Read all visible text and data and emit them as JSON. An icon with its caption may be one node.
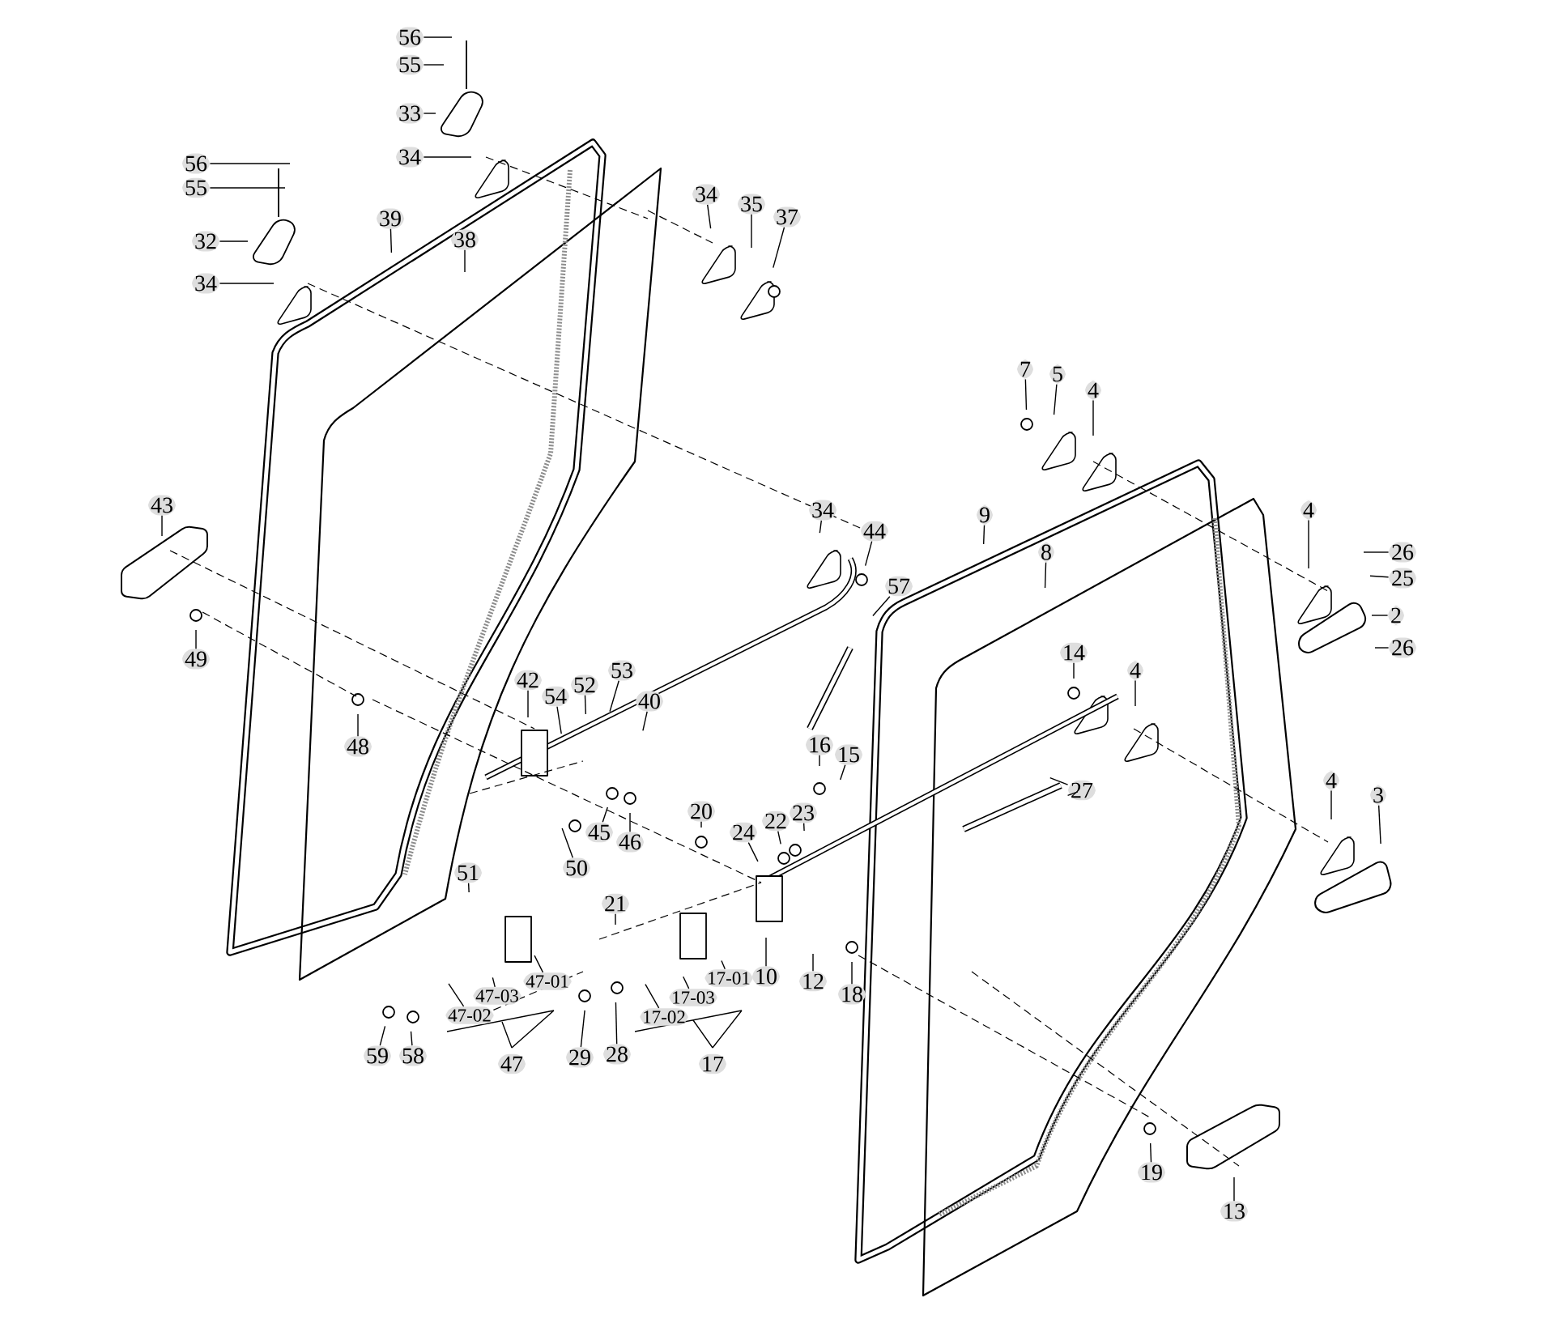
{
  "diagram": {
    "nodes": [
      {
        "text": [
          "56"
        ]
      },
      {
        "text": [
          "55"
        ]
      },
      {
        "text": [
          "33"
        ]
      },
      {
        "text": [
          "34"
        ]
      },
      {
        "text": [
          "56"
        ]
      },
      {
        "text": [
          "55"
        ]
      },
      {
        "text": [
          "32"
        ]
      },
      {
        "text": [
          "34"
        ]
      },
      {
        "text": [
          "39"
        ]
      },
      {
        "text": [
          "38"
        ]
      },
      {
        "text": [
          "34"
        ]
      },
      {
        "text": [
          "35"
        ]
      },
      {
        "text": [
          "37"
        ]
      },
      {
        "text": [
          "7"
        ]
      },
      {
        "text": [
          "5"
        ]
      },
      {
        "text": [
          "4"
        ]
      },
      {
        "text": [
          "9"
        ]
      },
      {
        "text": [
          "8"
        ]
      },
      {
        "text": [
          "4"
        ]
      },
      {
        "text": [
          "26"
        ]
      },
      {
        "text": [
          "25"
        ]
      },
      {
        "text": [
          "2"
        ]
      },
      {
        "text": [
          "26"
        ]
      },
      {
        "text": [
          "14"
        ]
      },
      {
        "text": [
          "4"
        ]
      },
      {
        "text": [
          "27"
        ]
      },
      {
        "text": [
          "4"
        ]
      },
      {
        "text": [
          "3"
        ]
      },
      {
        "text": [
          "34"
        ]
      },
      {
        "text": [
          "44"
        ]
      },
      {
        "text": [
          "57"
        ]
      },
      {
        "text": [
          "40"
        ]
      },
      {
        "text": [
          "42"
        ]
      },
      {
        "text": [
          "54"
        ]
      },
      {
        "text": [
          "52"
        ]
      },
      {
        "text": [
          "53"
        ]
      },
      {
        "text": [
          "43"
        ]
      },
      {
        "text": [
          "49"
        ]
      },
      {
        "text": [
          "48"
        ]
      },
      {
        "text": [
          "45"
        ]
      },
      {
        "text": [
          "46"
        ]
      },
      {
        "text": [
          "50"
        ]
      },
      {
        "text": [
          "20"
        ]
      },
      {
        "text": [
          "16"
        ]
      },
      {
        "text": [
          "15"
        ]
      },
      {
        "text": [
          "24"
        ]
      },
      {
        "text": [
          "22"
        ]
      },
      {
        "text": [
          "23"
        ]
      },
      {
        "text": [
          "10"
        ]
      },
      {
        "text": [
          "12"
        ]
      },
      {
        "text": [
          "18"
        ]
      },
      {
        "text": [
          "51"
        ]
      },
      {
        "text": [
          "21"
        ]
      },
      {
        "text": [
          "47-01"
        ]
      },
      {
        "text": [
          "47-03"
        ]
      },
      {
        "text": [
          "47-02"
        ]
      },
      {
        "text": [
          "47"
        ]
      },
      {
        "text": [
          "59"
        ]
      },
      {
        "text": [
          "58"
        ]
      },
      {
        "text": [
          "29"
        ]
      },
      {
        "text": [
          "28"
        ]
      },
      {
        "text": [
          "17-01"
        ]
      },
      {
        "text": [
          "17-03"
        ]
      },
      {
        "text": [
          "17-02"
        ]
      },
      {
        "text": [
          "17"
        ]
      },
      {
        "text": [
          "19"
        ]
      },
      {
        "text": [
          "13"
        ]
      }
    ],
    "edges": [
      {
        "from": 0,
        "to": null,
        "arrow": "none"
      },
      {
        "from": 1,
        "to": null,
        "arrow": "none"
      },
      {
        "from": 2,
        "to": null,
        "arrow": "none"
      },
      {
        "from": 3,
        "to": null,
        "arrow": "none"
      },
      {
        "from": 4,
        "to": null,
        "arrow": "none"
      },
      {
        "from": 5,
        "to": null,
        "arrow": "none"
      },
      {
        "from": 6,
        "to": null,
        "arrow": "none"
      },
      {
        "from": 7,
        "to": null,
        "arrow": "none"
      },
      {
        "from": 8,
        "to": null,
        "arrow": "none"
      },
      {
        "from": 9,
        "to": null,
        "arrow": "none"
      },
      {
        "from": 10,
        "to": null,
        "arrow": "none"
      },
      {
        "from": 11,
        "to": null,
        "arrow": "none"
      },
      {
        "from": 12,
        "to": null,
        "arrow": "none"
      },
      {
        "from": 13,
        "to": null,
        "arrow": "none"
      },
      {
        "from": 14,
        "to": null,
        "arrow": "none"
      },
      {
        "from": 15,
        "to": null,
        "arrow": "none"
      },
      {
        "from": 16,
        "to": null,
        "arrow": "none"
      },
      {
        "from": 17,
        "to": null,
        "arrow": "none"
      },
      {
        "from": 18,
        "to": null,
        "arrow": "none"
      },
      {
        "from": 19,
        "to": null,
        "arrow": "none"
      },
      {
        "from": 20,
        "to": null,
        "arrow": "none"
      },
      {
        "from": 21,
        "to": null,
        "arrow": "none"
      },
      {
        "from": 22,
        "to": null,
        "arrow": "none"
      },
      {
        "from": 23,
        "to": null,
        "arrow": "none"
      },
      {
        "from": 24,
        "to": null,
        "arrow": "none"
      },
      {
        "from": 25,
        "to": null,
        "arrow": "none"
      },
      {
        "from": 25,
        "to": null,
        "arrow": "none"
      },
      {
        "from": 26,
        "to": null,
        "arrow": "none"
      },
      {
        "from": 27,
        "to": null,
        "arrow": "none"
      },
      {
        "from": 28,
        "to": null,
        "arrow": "none"
      },
      {
        "from": 29,
        "to": null,
        "arrow": "none"
      },
      {
        "from": 30,
        "to": null,
        "arrow": "none"
      },
      {
        "from": 31,
        "to": null,
        "arrow": "none"
      },
      {
        "from": 32,
        "to": null,
        "arrow": "none"
      },
      {
        "from": 33,
        "to": null,
        "arrow": "none"
      },
      {
        "from": 34,
        "to": null,
        "arrow": "none"
      },
      {
        "from": 35,
        "to": null,
        "arrow": "none"
      },
      {
        "from": 36,
        "to": null,
        "arrow": "none"
      },
      {
        "from": 37,
        "to": null,
        "arrow": "none"
      },
      {
        "from": 38,
        "to": null,
        "arrow": "none"
      },
      {
        "from": 39,
        "to": null,
        "arrow": "none"
      },
      {
        "from": 40,
        "to": null,
        "arrow": "none"
      },
      {
        "from": 41,
        "to": null,
        "arrow": "none"
      },
      {
        "from": 42,
        "to": null,
        "arrow": "none"
      },
      {
        "from": 43,
        "to": null,
        "arrow": "none"
      },
      {
        "from": 44,
        "to": null,
        "arrow": "none"
      },
      {
        "from": 45,
        "to": null,
        "arrow": "none"
      },
      {
        "from": 46,
        "to": null,
        "arrow": "none"
      },
      {
        "from": 47,
        "to": null,
        "arrow": "none"
      },
      {
        "from": 48,
        "to": null,
        "arrow": "none"
      },
      {
        "from": 49,
        "to": null,
        "arrow": "none"
      },
      {
        "from": 50,
        "to": null,
        "arrow": "none"
      },
      {
        "from": 51,
        "to": null,
        "arrow": "none"
      },
      {
        "from": 52,
        "to": null,
        "arrow": "none"
      },
      {
        "from": 53,
        "to": null,
        "arrow": "none"
      },
      {
        "from": 54,
        "to": null,
        "arrow": "none"
      },
      {
        "from": 55,
        "to": null,
        "arrow": "none"
      },
      {
        "from": 57,
        "to": null,
        "arrow": "none"
      },
      {
        "from": 58,
        "to": null,
        "arrow": "none"
      },
      {
        "from": 59,
        "to": null,
        "arrow": "none"
      },
      {
        "from": 60,
        "to": null,
        "arrow": "none"
      },
      {
        "from": 61,
        "to": null,
        "arrow": "none"
      },
      {
        "from": 62,
        "to": null,
        "arrow": "none"
      },
      {
        "from": 63,
        "to": null,
        "arrow": "none"
      },
      {
        "from": 65,
        "to": null,
        "arrow": "none"
      },
      {
        "from": 66,
        "to": null,
        "arrow": "none"
      }
    ]
  }
}
